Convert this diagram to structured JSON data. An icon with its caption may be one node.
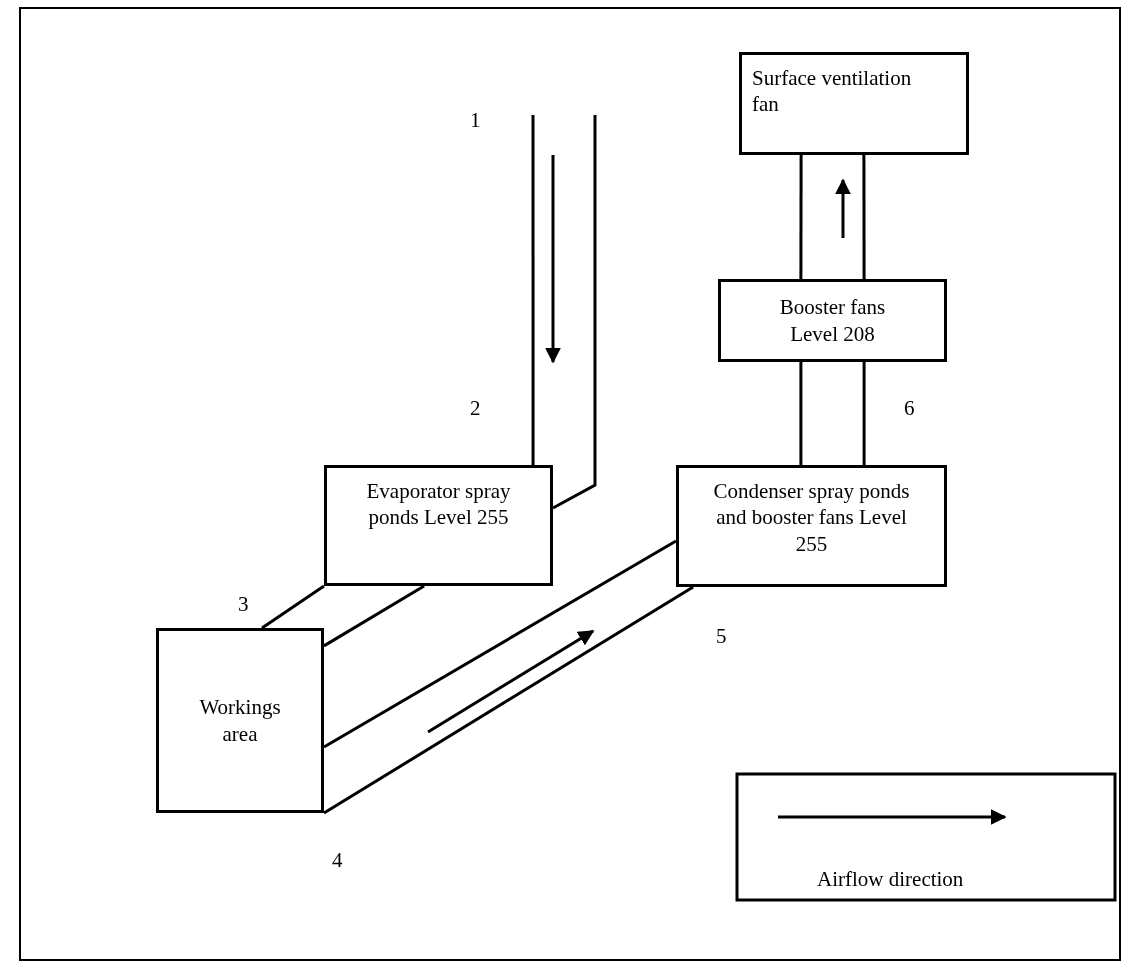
{
  "diagram": {
    "nodes": [
      {
        "text": [
          "Surface ventilation fan"
        ]
      },
      {
        "text": [
          "Booster fans Level 208"
        ]
      },
      {
        "text": [
          "Evaporator spray ponds Level 255"
        ]
      },
      {
        "text": [
          "Condenser spray ponds and booster fans Level 255"
        ]
      },
      {
        "text": [
          "Workings area"
        ]
      }
    ],
    "edges": [
      {
        "from": null,
        "to": 2,
        "arrow": "none"
      },
      {
        "from": null,
        "to": 2,
        "arrow": "none"
      },
      {
        "from": 2,
        "to": 4,
        "arrow": "none"
      },
      {
        "from": 2,
        "to": 4,
        "arrow": "none"
      },
      {
        "from": 4,
        "to": 3,
        "arrow": "none"
      },
      {
        "from": 4,
        "to": 3,
        "arrow": "none"
      },
      {
        "from": 3,
        "to": 1,
        "arrow": "none"
      },
      {
        "from": 3,
        "to": 1,
        "arrow": "none"
      },
      {
        "from": 1,
        "to": 0,
        "arrow": "none"
      },
      {
        "from": 1,
        "to": 0,
        "arrow": "none"
      }
    ],
    "labels": [
      "1",
      "2",
      "6",
      "3",
      "5",
      "4"
    ],
    "legend": [
      {
        "text": "Airflow direction"
      }
    ]
  }
}
